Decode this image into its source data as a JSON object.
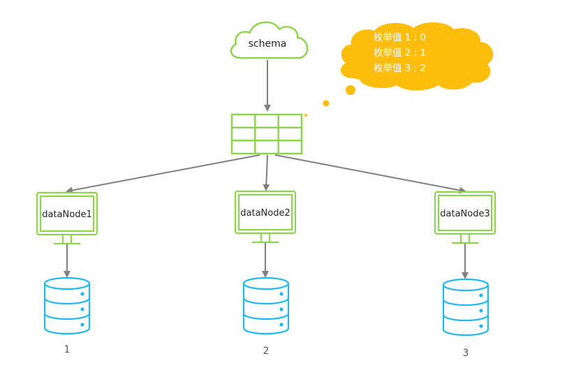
{
  "colors": {
    "green": "#8ed24e",
    "blue": "#1fb8f0",
    "yellow": "#fdbd0c",
    "arrow": "#7f7f7f",
    "text": "#222222",
    "bubble_text": "#ffffff",
    "label": "#555555"
  },
  "schema": {
    "label": "schema",
    "icon": "cloud-icon"
  },
  "table": {
    "icon": "table-grid-icon"
  },
  "thought_bubble": {
    "lines": [
      "枚举值 1 : 0",
      "枚举值 2 : 1",
      "枚举值 3 : 2"
    ]
  },
  "nodes": [
    {
      "label": "dataNode1",
      "db_label": "1"
    },
    {
      "label": "dataNode2",
      "db_label": "2"
    },
    {
      "label": "dataNode3",
      "db_label": "3"
    }
  ]
}
